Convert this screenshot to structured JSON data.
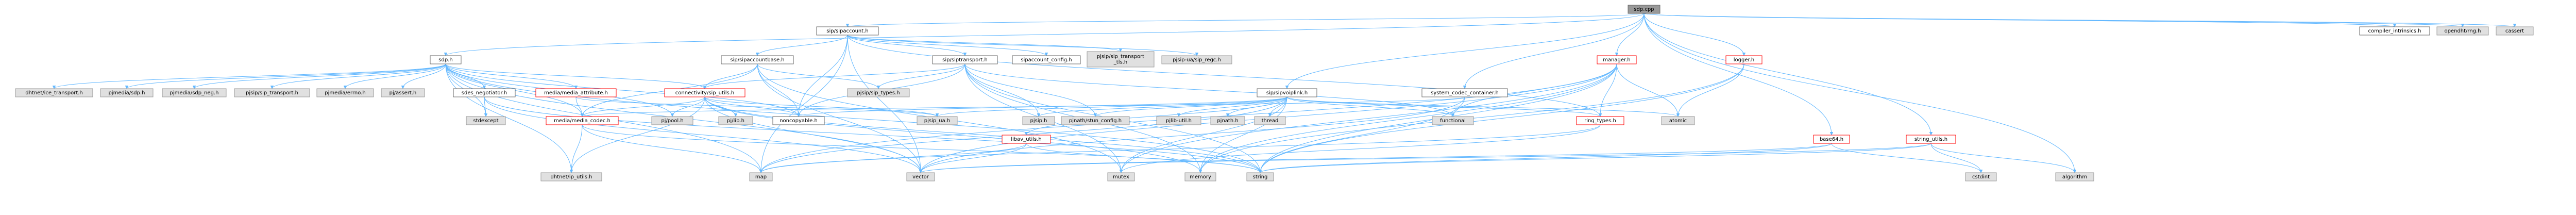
{
  "nodes": [
    {
      "id": "sdp_cpp",
      "label": "sdp.cpp",
      "kind": "root"
    },
    {
      "id": "sip_sipaccount_h",
      "label": "sip/sipaccount.h",
      "kind": "doc"
    },
    {
      "id": "compiler_intrinsics_h",
      "label": "compiler_intrinsics.h",
      "kind": "doc"
    },
    {
      "id": "opendht_rng_h",
      "label": "opendht/rng.h",
      "kind": "ext"
    },
    {
      "id": "cassert",
      "label": "cassert",
      "kind": "ext"
    },
    {
      "id": "sdp_h",
      "label": "sdp.h",
      "kind": "doc"
    },
    {
      "id": "sip_sipaccountbase_h",
      "label": "sip/sipaccountbase.h",
      "kind": "doc"
    },
    {
      "id": "sip_siptransport_h",
      "label": "sip/siptransport.h",
      "kind": "doc"
    },
    {
      "id": "sipaccount_config_h",
      "label": "sipaccount_config.h",
      "kind": "doc"
    },
    {
      "id": "pjsip_sip_transport_tls_h",
      "label": "pjsip/sip_transport\n_tls.h",
      "kind": "ext"
    },
    {
      "id": "pjsip_ua_sip_regc_h",
      "label": "pjsip-ua/sip_regc.h",
      "kind": "ext"
    },
    {
      "id": "logger_h",
      "label": "logger.h",
      "kind": "err"
    },
    {
      "id": "manager_h",
      "label": "manager.h",
      "kind": "err"
    },
    {
      "id": "dhtnet_ice_transport_h",
      "label": "dhtnet/ice_transport.h",
      "kind": "ext"
    },
    {
      "id": "pjmedia_sdp_h",
      "label": "pjmedia/sdp.h",
      "kind": "ext"
    },
    {
      "id": "pjmedia_sdp_neg_h",
      "label": "pjmedia/sdp_neg.h",
      "kind": "ext"
    },
    {
      "id": "pjsip_sip_transport_h",
      "label": "pjsip/sip_transport.h",
      "kind": "ext"
    },
    {
      "id": "pjmedia_errno_h",
      "label": "pjmedia/errno.h",
      "kind": "ext"
    },
    {
      "id": "pj_assert_h",
      "label": "pj/assert.h",
      "kind": "ext"
    },
    {
      "id": "sdes_negotiator_h",
      "label": "sdes_negotiator.h",
      "kind": "doc"
    },
    {
      "id": "media_media_attribute_h",
      "label": "media/media_attribute.h",
      "kind": "err"
    },
    {
      "id": "connectivity_sip_utils_h",
      "label": "connectivity/sip_utils.h",
      "kind": "err"
    },
    {
      "id": "pjsip_sip_types_h",
      "label": "pjsip/sip_types.h",
      "kind": "ext"
    },
    {
      "id": "sip_sipvoiplink_h",
      "label": "sip/sipvoiplink.h",
      "kind": "doc"
    },
    {
      "id": "system_codec_container_h",
      "label": "system_codec_container.h",
      "kind": "doc"
    },
    {
      "id": "stdexcept",
      "label": "stdexcept",
      "kind": "ext"
    },
    {
      "id": "media_media_codec_h",
      "label": "media/media_codec.h",
      "kind": "err"
    },
    {
      "id": "pj_pool_h",
      "label": "pj/pool.h",
      "kind": "ext"
    },
    {
      "id": "pj_lib_h",
      "label": "pj/lib.h",
      "kind": "ext"
    },
    {
      "id": "noncopyable_h",
      "label": "noncopyable.h",
      "kind": "doc"
    },
    {
      "id": "pjsip_ua_h",
      "label": "pjsip_ua.h",
      "kind": "ext"
    },
    {
      "id": "pjsip_h",
      "label": "pjsip.h",
      "kind": "ext"
    },
    {
      "id": "pjnath_stun_config_h",
      "label": "pjnath/stun_config.h",
      "kind": "ext"
    },
    {
      "id": "pjlib_util_h",
      "label": "pjlib-util.h",
      "kind": "ext"
    },
    {
      "id": "pjnath_h",
      "label": "pjnath.h",
      "kind": "ext"
    },
    {
      "id": "thread",
      "label": "thread",
      "kind": "ext"
    },
    {
      "id": "functional",
      "label": "functional",
      "kind": "ext"
    },
    {
      "id": "atomic",
      "label": "atomic",
      "kind": "ext"
    },
    {
      "id": "ring_types_h",
      "label": "ring_types.h",
      "kind": "err"
    },
    {
      "id": "libav_utils_h",
      "label": "libav_utils.h",
      "kind": "err"
    },
    {
      "id": "base64_h",
      "label": "base64.h",
      "kind": "err"
    },
    {
      "id": "string_utils_h",
      "label": "string_utils.h",
      "kind": "err"
    },
    {
      "id": "dhtnet_ip_utils_h",
      "label": "dhtnet/ip_utils.h",
      "kind": "ext"
    },
    {
      "id": "map",
      "label": "map",
      "kind": "ext"
    },
    {
      "id": "vector",
      "label": "vector",
      "kind": "ext"
    },
    {
      "id": "mutex",
      "label": "mutex",
      "kind": "ext"
    },
    {
      "id": "memory",
      "label": "memory",
      "kind": "ext"
    },
    {
      "id": "string",
      "label": "string",
      "kind": "ext"
    },
    {
      "id": "cstdint",
      "label": "cstdint",
      "kind": "ext"
    },
    {
      "id": "algorithm",
      "label": "algorithm",
      "kind": "ext"
    }
  ],
  "edges": [
    [
      "sdp_cpp",
      "sip_sipaccount_h"
    ],
    [
      "sdp_cpp",
      "compiler_intrinsics_h"
    ],
    [
      "sdp_cpp",
      "opendht_rng_h"
    ],
    [
      "sdp_cpp",
      "cassert"
    ],
    [
      "sdp_cpp",
      "sdp_h"
    ],
    [
      "sdp_cpp",
      "sip_sipvoiplink_h"
    ],
    [
      "sdp_cpp",
      "system_codec_container_h"
    ],
    [
      "sdp_cpp",
      "manager_h"
    ],
    [
      "sdp_cpp",
      "logger_h"
    ],
    [
      "sdp_cpp",
      "base64_h"
    ],
    [
      "sdp_cpp",
      "string_utils_h"
    ],
    [
      "sdp_cpp",
      "algorithm"
    ],
    [
      "sip_sipaccount_h",
      "sip_sipaccountbase_h"
    ],
    [
      "sip_sipaccount_h",
      "sip_siptransport_h"
    ],
    [
      "sip_sipaccount_h",
      "sipaccount_config_h"
    ],
    [
      "sip_sipaccount_h",
      "pjsip_sip_transport_tls_h"
    ],
    [
      "sip_sipaccount_h",
      "pjsip_ua_sip_regc_h"
    ],
    [
      "sip_sipaccount_h",
      "vector"
    ],
    [
      "sip_sipaccount_h",
      "map"
    ],
    [
      "sip_sipaccount_h",
      "noncopyable_h"
    ],
    [
      "sip_sipaccount_h",
      "ring_types_h"
    ],
    [
      "sdp_h",
      "dhtnet_ice_transport_h"
    ],
    [
      "sdp_h",
      "pjmedia_sdp_h"
    ],
    [
      "sdp_h",
      "pjmedia_sdp_neg_h"
    ],
    [
      "sdp_h",
      "pjsip_sip_transport_h"
    ],
    [
      "sdp_h",
      "pjmedia_errno_h"
    ],
    [
      "sdp_h",
      "pj_assert_h"
    ],
    [
      "sdp_h",
      "sdes_negotiator_h"
    ],
    [
      "sdp_h",
      "media_media_attribute_h"
    ],
    [
      "sdp_h",
      "connectivity_sip_utils_h"
    ],
    [
      "sdp_h",
      "media_media_codec_h"
    ],
    [
      "sdp_h",
      "noncopyable_h"
    ],
    [
      "sdp_h",
      "pj_pool_h"
    ],
    [
      "sdp_h",
      "dhtnet_ip_utils_h"
    ],
    [
      "sdp_h",
      "map"
    ],
    [
      "sdp_h",
      "vector"
    ],
    [
      "sdp_h",
      "string"
    ],
    [
      "sdp_h",
      "stdexcept"
    ],
    [
      "sip_sipaccountbase_h",
      "connectivity_sip_utils_h"
    ],
    [
      "sip_sipaccountbase_h",
      "pjsip_sip_types_h"
    ],
    [
      "sip_sipaccountbase_h",
      "noncopyable_h"
    ],
    [
      "sip_sipaccountbase_h",
      "media_media_codec_h"
    ],
    [
      "sip_sipaccountbase_h",
      "vector"
    ],
    [
      "sip_sipaccountbase_h",
      "mutex"
    ],
    [
      "sip_siptransport_h",
      "connectivity_sip_utils_h"
    ],
    [
      "sip_siptransport_h",
      "noncopyable_h"
    ],
    [
      "sip_siptransport_h",
      "pjsip_h"
    ],
    [
      "sip_siptransport_h",
      "pjnath_stun_config_h"
    ],
    [
      "sip_siptransport_h",
      "functional"
    ],
    [
      "sip_siptransport_h",
      "mutex"
    ],
    [
      "sip_siptransport_h",
      "memory"
    ],
    [
      "sip_siptransport_h",
      "string"
    ],
    [
      "sip_siptransport_h",
      "pjsip_sip_types_h"
    ],
    [
      "sdes_negotiator_h",
      "stdexcept"
    ],
    [
      "sdes_negotiator_h",
      "vector"
    ],
    [
      "sdes_negotiator_h",
      "string"
    ],
    [
      "media_media_attribute_h",
      "media_media_codec_h"
    ],
    [
      "media_media_attribute_h",
      "pjsip_ua_h"
    ],
    [
      "connectivity_sip_utils_h",
      "pj_lib_h"
    ],
    [
      "connectivity_sip_utils_h",
      "pjsip_ua_h"
    ],
    [
      "connectivity_sip_utils_h",
      "pj_pool_h"
    ],
    [
      "connectivity_sip_utils_h",
      "noncopyable_h"
    ],
    [
      "connectivity_sip_utils_h",
      "media_media_codec_h"
    ],
    [
      "connectivity_sip_utils_h",
      "dhtnet_ip_utils_h"
    ],
    [
      "connectivity_sip_utils_h",
      "string"
    ],
    [
      "connectivity_sip_utils_h",
      "memory"
    ],
    [
      "connectivity_sip_utils_h",
      "vector"
    ],
    [
      "media_media_codec_h",
      "dhtnet_ip_utils_h"
    ],
    [
      "media_media_codec_h",
      "map"
    ],
    [
      "media_media_codec_h",
      "string"
    ],
    [
      "sip_sipvoiplink_h",
      "noncopyable_h"
    ],
    [
      "sip_sipvoiplink_h",
      "pjsip_h"
    ],
    [
      "sip_sipvoiplink_h",
      "pjlib_util_h"
    ],
    [
      "sip_sipvoiplink_h",
      "pjnath_h"
    ],
    [
      "sip_sipvoiplink_h",
      "pjnath_stun_config_h"
    ],
    [
      "sip_sipvoiplink_h",
      "thread"
    ],
    [
      "sip_sipvoiplink_h",
      "functional"
    ],
    [
      "sip_sipvoiplink_h",
      "atomic"
    ],
    [
      "sip_sipvoiplink_h",
      "ring_types_h"
    ],
    [
      "sip_sipvoiplink_h",
      "libav_utils_h"
    ],
    [
      "sip_sipvoiplink_h",
      "map"
    ],
    [
      "sip_sipvoiplink_h",
      "mutex"
    ],
    [
      "sip_sipvoiplink_h",
      "memory"
    ],
    [
      "sip_sipvoiplink_h",
      "pjsip_ua_h"
    ],
    [
      "system_codec_container_h",
      "media_media_codec_h"
    ],
    [
      "system_codec_container_h",
      "vector"
    ],
    [
      "system_codec_container_h",
      "string"
    ],
    [
      "manager_h",
      "ring_types_h"
    ],
    [
      "manager_h",
      "atomic"
    ],
    [
      "manager_h",
      "functional"
    ],
    [
      "manager_h",
      "map"
    ],
    [
      "manager_h",
      "memory"
    ],
    [
      "manager_h",
      "mutex"
    ],
    [
      "manager_h",
      "string"
    ],
    [
      "manager_h",
      "vector"
    ],
    [
      "logger_h",
      "atomic"
    ],
    [
      "logger_h",
      "string"
    ],
    [
      "logger_h",
      "memory"
    ],
    [
      "ring_types_h",
      "mutex"
    ],
    [
      "ring_types_h",
      "map"
    ],
    [
      "libav_utils_h",
      "vector"
    ],
    [
      "libav_utils_h",
      "string"
    ],
    [
      "libav_utils_h",
      "map"
    ],
    [
      "base64_h",
      "vector"
    ],
    [
      "base64_h",
      "string"
    ],
    [
      "base64_h",
      "cstdint"
    ],
    [
      "string_utils_h",
      "algorithm"
    ],
    [
      "string_utils_h",
      "cstdint"
    ],
    [
      "string_utils_h",
      "vector"
    ],
    [
      "string_utils_h",
      "string"
    ]
  ],
  "colors": {
    "root_fill": "#999999",
    "doc_fill": "#ffffff",
    "ext_fill": "#e0e0e0",
    "error_border": "#ff0000",
    "edge": "#63b8ff"
  }
}
